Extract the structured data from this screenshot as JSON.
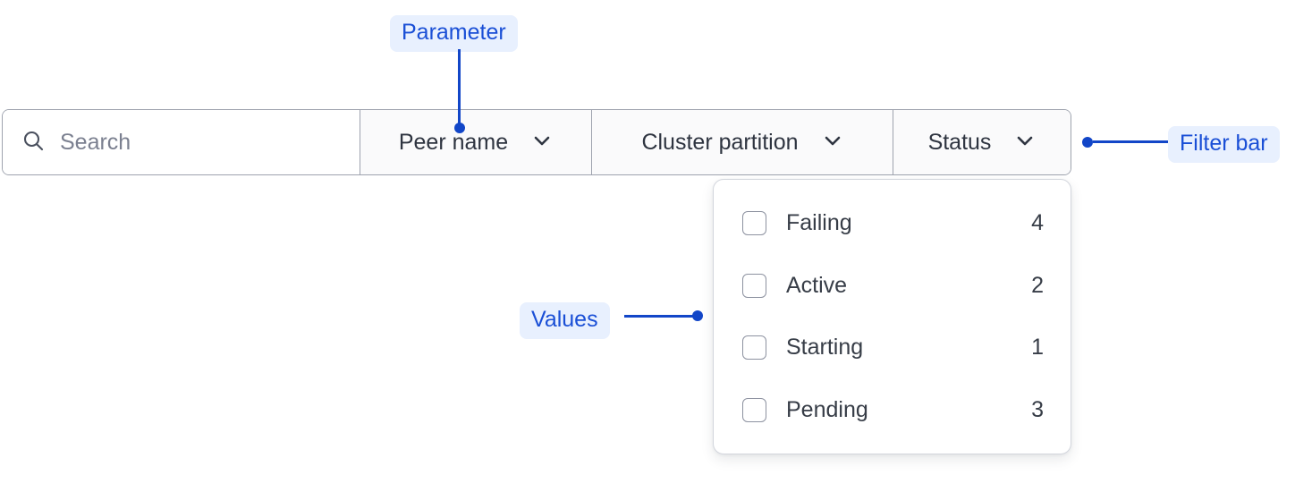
{
  "filter_bar": {
    "search": {
      "icon": "search-icon",
      "placeholder": "Search",
      "value": ""
    },
    "dropdowns": [
      {
        "label": "Peer name",
        "icon": "chevron-down-icon",
        "active": true
      },
      {
        "label": "Cluster partition",
        "icon": "chevron-down-icon",
        "active": false
      },
      {
        "label": "Status",
        "icon": "chevron-down-icon",
        "active": false
      }
    ]
  },
  "dropdown_panel": {
    "open_for": "Status",
    "options": [
      {
        "label": "Failing",
        "count": "4",
        "checked": false
      },
      {
        "label": "Active",
        "count": "2",
        "checked": false
      },
      {
        "label": "Starting",
        "count": "1",
        "checked": false
      },
      {
        "label": "Pending",
        "count": "3",
        "checked": false
      }
    ]
  },
  "annotations": {
    "parameter": {
      "label": "Parameter"
    },
    "filter_bar": {
      "label": "Filter bar"
    },
    "values": {
      "label": "Values"
    }
  },
  "colors": {
    "annotation_text": "#1a4fd6",
    "annotation_chip_bg": "#e8f0fe",
    "annotation_line": "#1246c8",
    "bar_border": "#9ea3ae",
    "bar_fill": "#fafafb",
    "panel_border": "#d3d6dd",
    "text": "#373d47",
    "placeholder": "#7b8090"
  }
}
